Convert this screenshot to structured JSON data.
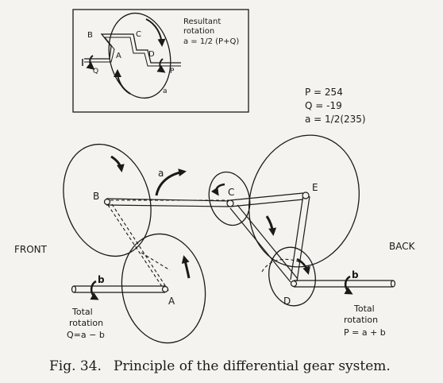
{
  "inset": {
    "points": {
      "B": "B",
      "C": "C",
      "A": "A",
      "D": "D",
      "Q": "Q",
      "P": "P",
      "a": "a"
    },
    "resultant_line1": "Resultant",
    "resultant_line2": "rotation",
    "resultant_formula": "a = 1/2 (P+Q)"
  },
  "values": {
    "P": "P = 254",
    "Q": "Q = -19",
    "a": "a = 1/2(235)"
  },
  "main": {
    "front_label": "FRONT",
    "back_label": "BACK",
    "points": {
      "A": "A",
      "B": "B",
      "C": "C",
      "D": "D",
      "E": "E"
    },
    "rotation_a": "a",
    "shaft_left_b": "b",
    "shaft_right_b": "b",
    "left_total": {
      "line1": "Total",
      "line2": "rotation",
      "formula": "Q=a − b"
    },
    "right_total": {
      "line1": "Total",
      "line2": "rotation",
      "formula": "P = a + b"
    }
  },
  "caption": {
    "fig": "Fig. 34.",
    "text": "Principle of the differential gear system."
  }
}
